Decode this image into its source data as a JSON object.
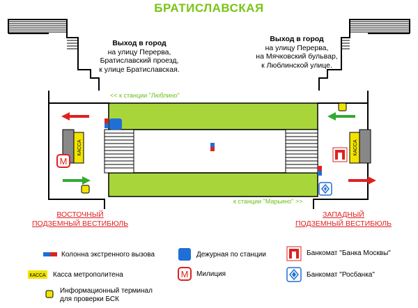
{
  "title": "БРАТИСЛАВСКАЯ",
  "exits": {
    "left": {
      "heading": "Выход в город",
      "lines": [
        "на улицу Перерва,",
        "Братиславский проезд,",
        "к улице Братиславская."
      ]
    },
    "right": {
      "heading": "Выход в город",
      "lines": [
        "на улицу Перерва,",
        "на Мячковский бульвар,",
        "к Люблинской улице."
      ]
    }
  },
  "directions": {
    "top": "<< к станции \"Люблино\"",
    "bottom": "к станции \"Марьино\" >>"
  },
  "vestibules": {
    "east": [
      "ВОСТОЧНЫЙ",
      "ПОДЗЕМНЫЙ ВЕСТИБЮЛЬ"
    ],
    "west": [
      "ЗАПАДНЫЙ",
      "ПОДЗЕМНЫЙ ВЕСТИБЮЛЬ"
    ]
  },
  "kassa_label": "КАССА",
  "metro_letter": "M",
  "legend": {
    "emergency": "Колонна экстренного вызова",
    "duty": "Дежурная по станции",
    "bank_moscow": "Банкомат \"Банка Москвы\"",
    "kassa_badge": "КАССА",
    "kassa": "Касса метрополитена",
    "police_letter": "M",
    "police": "Милиция",
    "rosbank": "Банкомат \"Росбанка\"",
    "terminal_1": "Информационный терминал",
    "terminal_2": "для проверки БСК"
  },
  "colors": {
    "platform": "#a8d63a",
    "arrow_red": "#dd2222",
    "arrow_green": "#33aa33",
    "title": "#79c414",
    "vestibule_text": "#e02020",
    "duty_blue": "#1f6fd6",
    "kassa_yellow": "#f2e400"
  }
}
